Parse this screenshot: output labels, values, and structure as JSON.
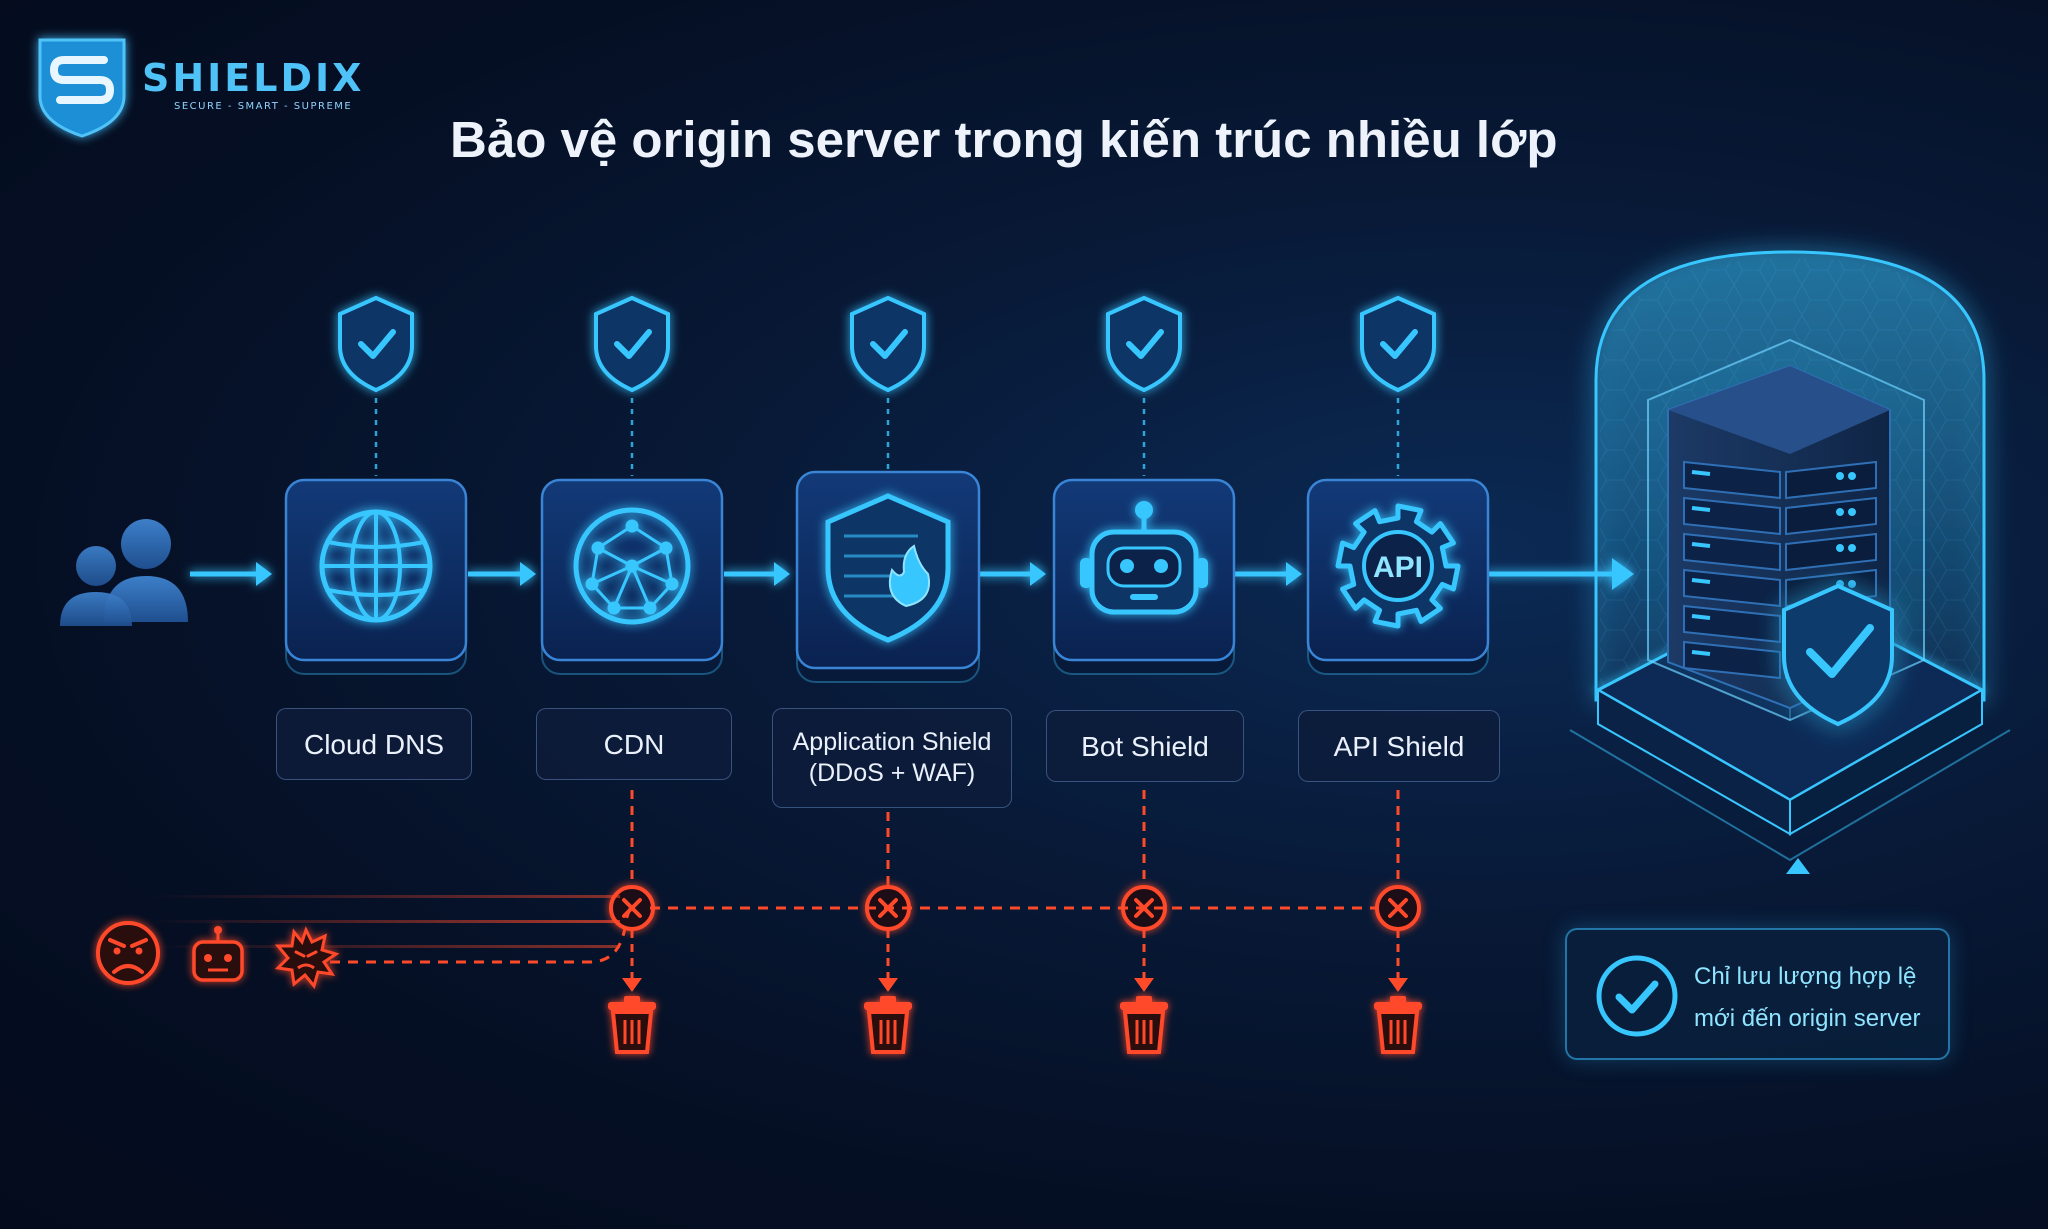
{
  "brand": {
    "name": "SHIELDIX",
    "tagline": "SECURE - SMART - SUPREME"
  },
  "title": "Bảo vệ origin server trong kiến trúc nhiều lớp",
  "layers": [
    {
      "id": "cloud-dns",
      "label": [
        "Cloud DNS"
      ],
      "icon": "globe-icon"
    },
    {
      "id": "cdn",
      "label": [
        "CDN"
      ],
      "icon": "network-globe-icon"
    },
    {
      "id": "application-shield",
      "label": [
        "Application Shield",
        "(DDoS + WAF)"
      ],
      "icon": "firewall-shield-icon"
    },
    {
      "id": "bot-shield",
      "label": [
        "Bot Shield"
      ],
      "icon": "robot-icon"
    },
    {
      "id": "api-shield",
      "label": [
        "API Shield"
      ],
      "icon": "api-gear-icon",
      "icon_text": "API"
    }
  ],
  "note": {
    "lines": [
      "Chỉ lưu lượng hợp lệ",
      "mới đến origin server"
    ]
  },
  "colors": {
    "accent": "#38c6ff",
    "threat": "#ff4a2a",
    "title": "#eef3fb",
    "background": "#061430"
  },
  "icons": {
    "users": "users-icon",
    "layer_check": "shield-check-icon",
    "blocked": "blocked-x-icon",
    "discard": "trash-icon",
    "origin": "server-rack-icon",
    "threats": [
      "angry-face-icon",
      "malicious-bot-icon",
      "malware-burst-icon"
    ]
  }
}
